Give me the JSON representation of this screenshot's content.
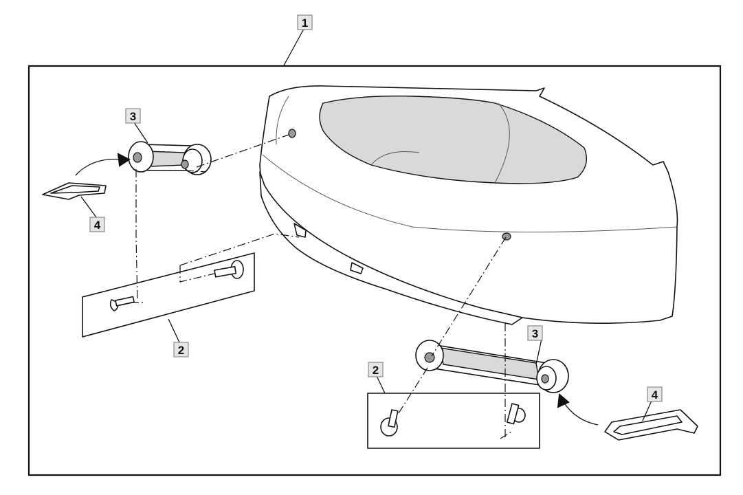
{
  "callouts": {
    "c1": "1",
    "c2_left": "2",
    "c2_right": "2",
    "c3_left": "3",
    "c3_right": "3",
    "c4_left": "4",
    "c4_right": "4"
  },
  "colors": {
    "callout_fill": "#e6e6e6",
    "line": "#111111"
  }
}
